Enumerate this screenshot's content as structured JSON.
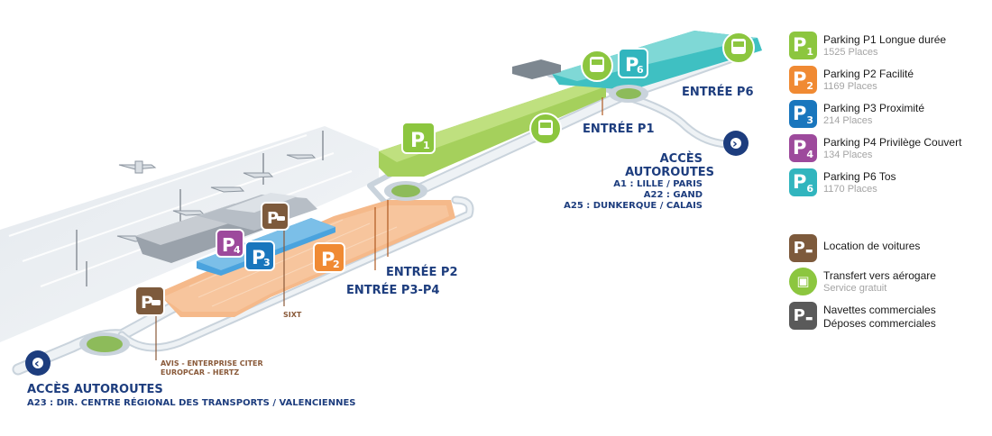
{
  "colors": {
    "p1": "#8cc63f",
    "p2": "#f08a33",
    "p3": "#1976bd",
    "p4": "#9d4a9c",
    "p6": "#31b5be",
    "rental": "#7d5a3c",
    "shuttle": "#5a5a5a",
    "road": "#b9c6d1",
    "label_blue": "#1d3d7e",
    "label_brown": "#8a5a3a"
  },
  "map": {
    "badges": {
      "p1": {
        "letter": "P",
        "num": "1"
      },
      "p2": {
        "letter": "P",
        "num": "2"
      },
      "p3": {
        "letter": "P",
        "num": "3"
      },
      "p4": {
        "letter": "P",
        "num": "4"
      },
      "p6": {
        "letter": "P",
        "num": "6"
      }
    },
    "entrances": {
      "p6": "ENTRÉE P6",
      "p1": "ENTRÉE P1",
      "p2": "ENTRÉE P2",
      "p3p4": "ENTRÉE P3-P4"
    },
    "highway_east": {
      "title_1": "ACCÈS",
      "title_2": "AUTOROUTES",
      "line_1": "A1 : LILLE / PARIS",
      "line_2": "A22 : GAND",
      "line_3": "A25 : DUNKERQUE / CALAIS"
    },
    "highway_west": {
      "title": "ACCÈS AUTOROUTES",
      "line_1": "A23 : DIR. CENTRE RÉGIONAL DES TRANSPORTS / VALENCIENNES"
    },
    "rental_labels": {
      "sixt": "SIXT",
      "line_1": "AVIS - ENTERPRISE CITER",
      "line_2": "EUROPCAR - HERTZ"
    },
    "arrows": {
      "east": "›",
      "west": "‹"
    }
  },
  "legend": {
    "p1": {
      "title": "Parking P1 Longue durée",
      "places": "1525 Places"
    },
    "p2": {
      "title": "Parking P2 Facilité",
      "places": "1169 Places"
    },
    "p3": {
      "title": "Parking P3 Proximité",
      "places": "214 Places"
    },
    "p4": {
      "title": "Parking P4 Privilège Couvert",
      "places": "134 Places"
    },
    "p6": {
      "title": "Parking P6 Tos",
      "places": "1170 Places"
    },
    "rental": {
      "title": "Location de voitures"
    },
    "transfer": {
      "title": "Transfert vers aérogare",
      "sub": "Service gratuit"
    },
    "shuttle": {
      "title_1": "Navettes commerciales",
      "title_2": "Déposes commerciales"
    }
  }
}
